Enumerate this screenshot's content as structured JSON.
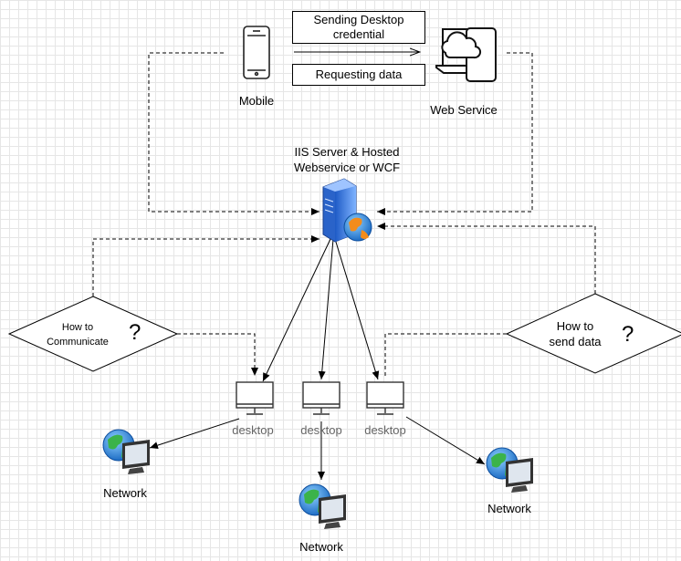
{
  "mobile": {
    "label": "Mobile",
    "icon": "mobile-phone-icon"
  },
  "web_service": {
    "label": "Web Service",
    "icon": "cloud-devices-icon"
  },
  "messages": {
    "sending": {
      "line1": "Sending Desktop",
      "line2": "credential"
    },
    "requesting": "Requesting data"
  },
  "server": {
    "line1": "IIS Server & Hosted",
    "line2": "Webservice or WCF",
    "icon": "server-globe-icon"
  },
  "decision_left": {
    "line1": "How to",
    "line2": "Communicate",
    "mark": "?"
  },
  "decision_right": {
    "line1": "How to",
    "line2": "send data",
    "mark": "?"
  },
  "desktops": [
    {
      "label": "desktop",
      "icon": "monitor-icon"
    },
    {
      "label": "desktop",
      "icon": "monitor-icon"
    },
    {
      "label": "desktop",
      "icon": "monitor-icon"
    }
  ],
  "networks": [
    {
      "label": "Network",
      "icon": "network-globe-icon"
    },
    {
      "label": "Network",
      "icon": "network-globe-icon"
    },
    {
      "label": "Network",
      "icon": "network-globe-icon"
    }
  ],
  "colors": {
    "line": "#000000",
    "grid": "#e6e6e6",
    "desktop_label": "#666666"
  }
}
